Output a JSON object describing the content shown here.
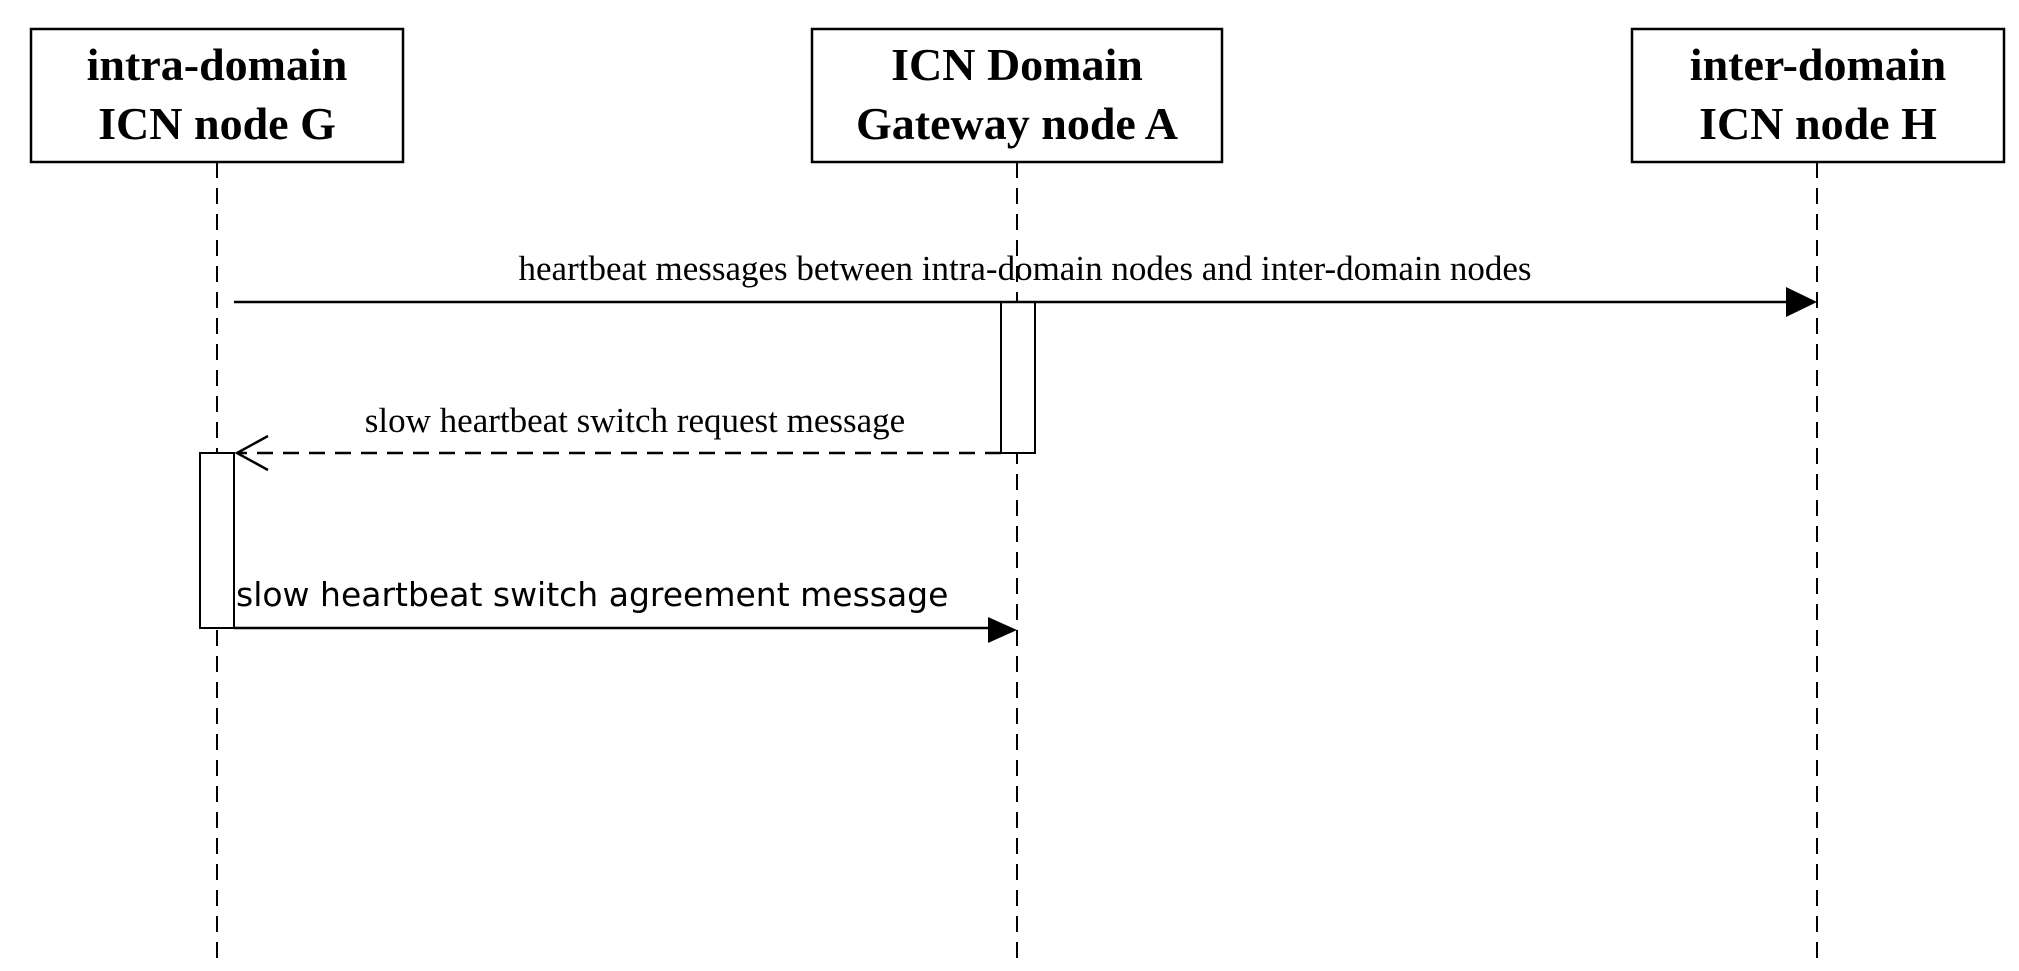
{
  "participants": [
    {
      "id": "g",
      "line1": "intra-domain",
      "line2": "ICN node G"
    },
    {
      "id": "a",
      "line1": "ICN Domain",
      "line2": "Gateway node A"
    },
    {
      "id": "h",
      "line1": "inter-domain",
      "line2": "ICN node H"
    }
  ],
  "messages": [
    {
      "from": "g",
      "to": "h",
      "label": "heartbeat messages between intra-domain nodes and inter-domain nodes",
      "style": "solid"
    },
    {
      "from": "a",
      "to": "g",
      "label": "slow heartbeat switch request message",
      "style": "dashed"
    },
    {
      "from": "g",
      "to": "a",
      "label": "slow heartbeat switch agreement message",
      "style": "solid"
    }
  ],
  "colors": {
    "line": "#000000",
    "background": "#ffffff"
  }
}
